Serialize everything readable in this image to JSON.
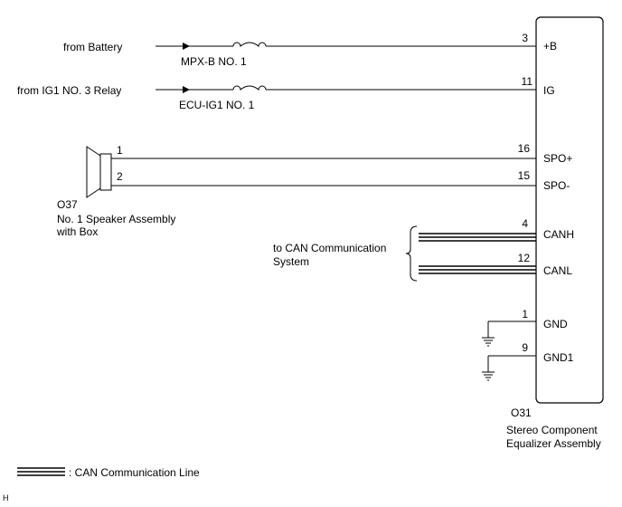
{
  "inputs": {
    "battery": {
      "source": "from Battery",
      "fuse": "MPX-B NO. 1"
    },
    "ig": {
      "source": "from IG1 NO. 3 Relay",
      "fuse": "ECU-IG1 NO. 1"
    }
  },
  "speaker": {
    "code": "O37",
    "name_line1": "No. 1 Speaker Assembly",
    "name_line2": "with Box",
    "pin1": "1",
    "pin2": "2"
  },
  "can_system": {
    "line1": "to CAN Communication",
    "line2": "System"
  },
  "component": {
    "code": "O31",
    "name_line1": "Stereo Component",
    "name_line2": "Equalizer Assembly",
    "pins": [
      {
        "number": "3",
        "label": "+B"
      },
      {
        "number": "11",
        "label": "IG"
      },
      {
        "number": "16",
        "label": "SPO+"
      },
      {
        "number": "15",
        "label": "SPO-"
      },
      {
        "number": "4",
        "label": "CANH"
      },
      {
        "number": "12",
        "label": "CANL"
      },
      {
        "number": "1",
        "label": "GND"
      },
      {
        "number": "9",
        "label": "GND1"
      }
    ]
  },
  "legend": {
    "label": ": CAN Communication Line"
  },
  "corner_mark": "H"
}
